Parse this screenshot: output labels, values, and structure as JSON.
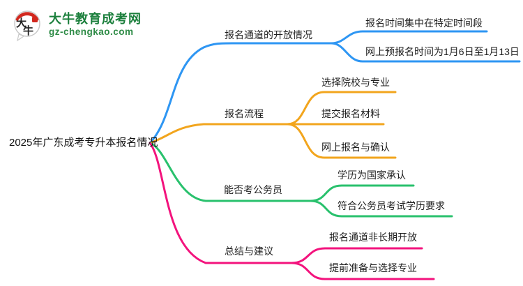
{
  "logo": {
    "icon_text": "大牛",
    "site_name": "大牛教育成考网",
    "site_domain": "gz-chengkao.com",
    "brand_green": "#1b7f3c",
    "domain_green": "#2e8b46",
    "seal_red": "#d2281e"
  },
  "colors": {
    "background": "#ffffff",
    "node_text": "#1f1f1f"
  },
  "mindmap": {
    "root": {
      "label": "2025年广东成考专升本报名情况"
    },
    "branches": [
      {
        "label": "报名通道的开放情况",
        "color": "#2e96f3",
        "children": [
          "报名时间集中在特定时间段",
          "网上预报名时间为1月6日至1月13日"
        ]
      },
      {
        "label": "报名流程",
        "color": "#f2a51d",
        "children": [
          "选择院校与专业",
          "提交报名材料",
          "网上报名与确认"
        ]
      },
      {
        "label": "能否考公务员",
        "color": "#29c16d",
        "children": [
          "学历为国家承认",
          "符合公务员考试学历要求"
        ]
      },
      {
        "label": "总结与建议",
        "color": "#f3137d",
        "children": [
          "报名通道非长期开放",
          "提前准备与选择专业"
        ]
      }
    ]
  }
}
